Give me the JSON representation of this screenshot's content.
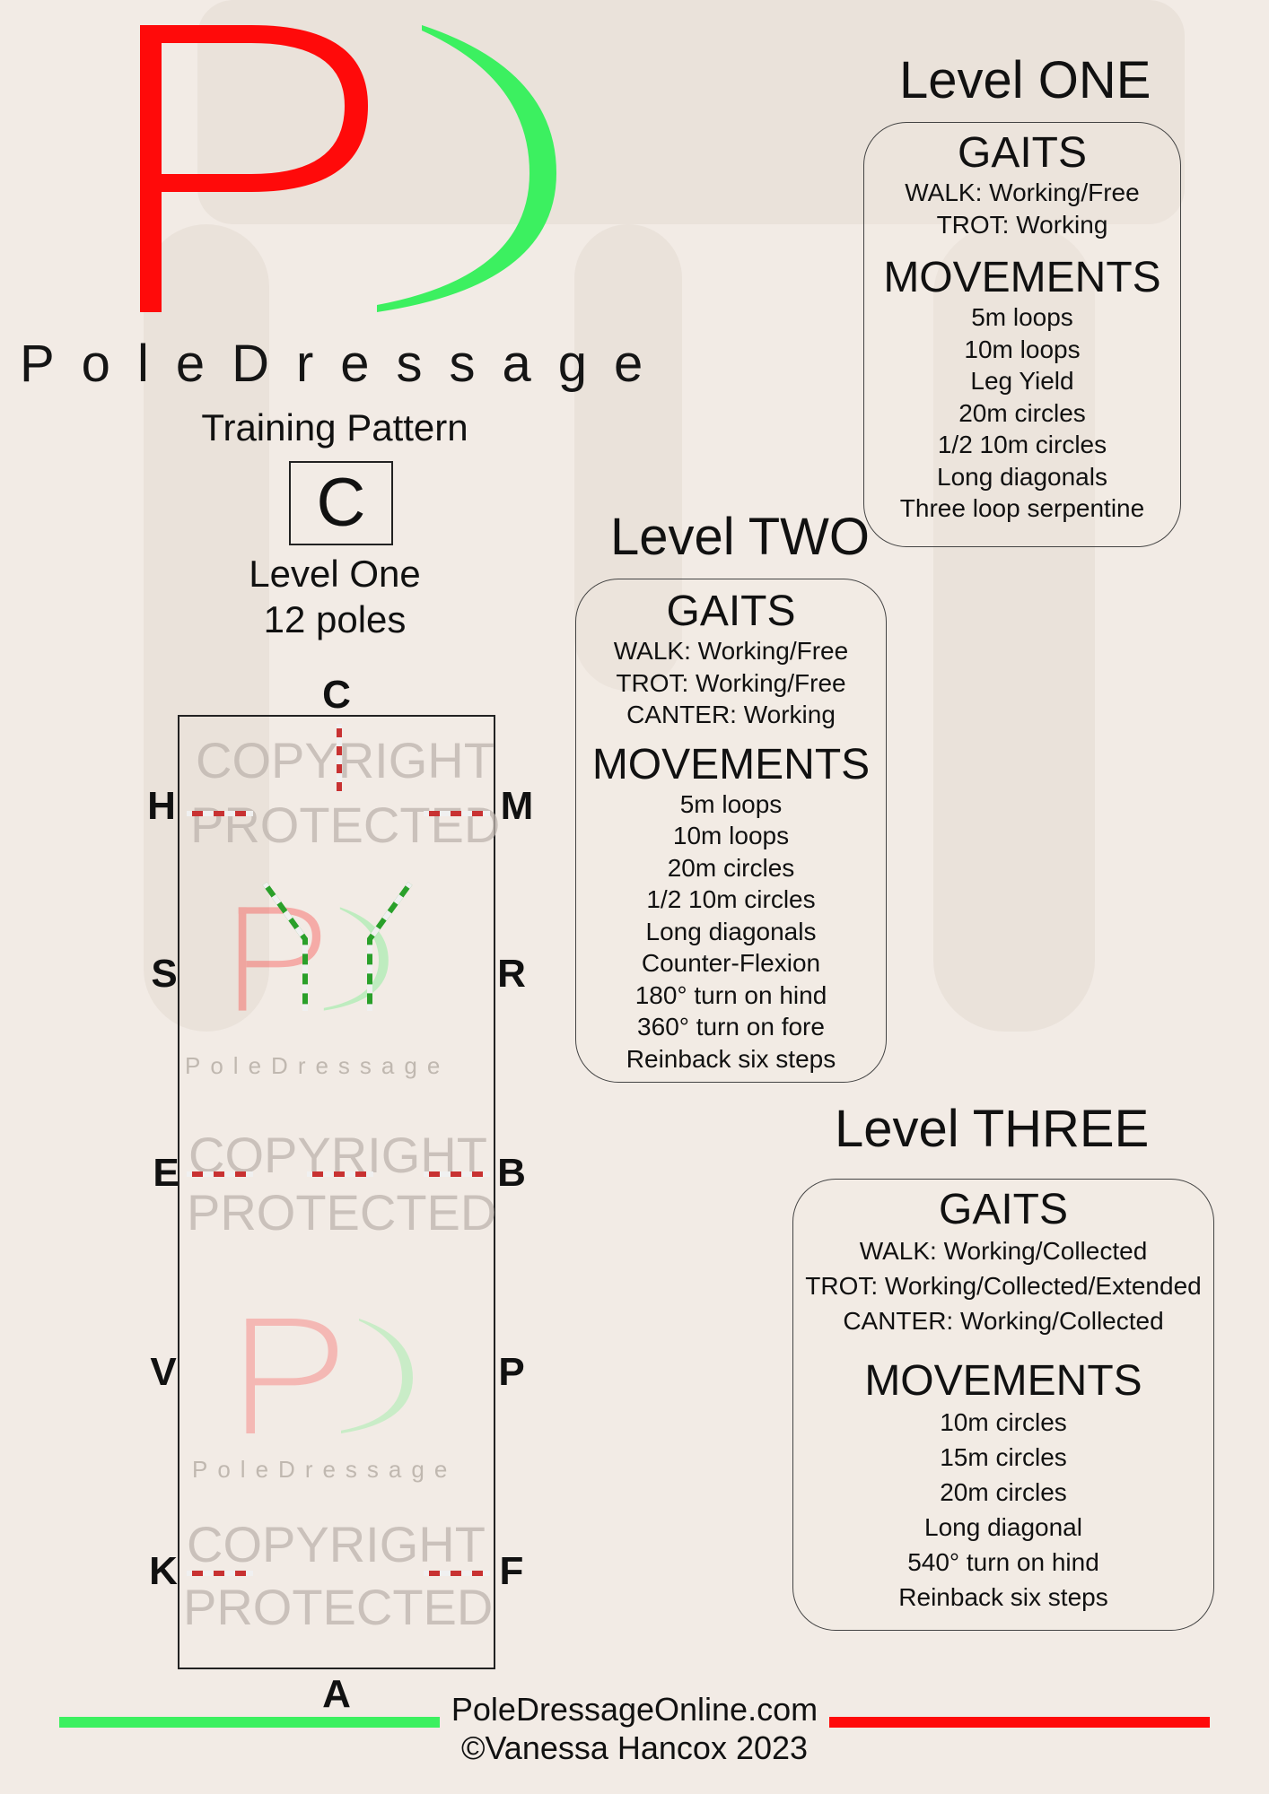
{
  "brand": {
    "name": "PoleDressage",
    "logo_letters": "PD",
    "colors": {
      "red": "#ff0a0a",
      "green": "#3cf060",
      "pole_red": "#c83232",
      "pole_green": "#2aa02a"
    }
  },
  "pattern": {
    "title": "Training Pattern",
    "letter": "C",
    "level": "Level One",
    "poles": "12 poles"
  },
  "arena": {
    "letters": {
      "top": "C",
      "bottom": "A",
      "left": [
        "H",
        "S",
        "E",
        "V",
        "K"
      ],
      "right": [
        "M",
        "R",
        "B",
        "P",
        "F"
      ]
    },
    "watermark": {
      "copyright": "COPYRIGHT",
      "protected": "PROTECTED",
      "brand": "PoleDressage"
    }
  },
  "levels": [
    {
      "title": "Level ONE",
      "gaits_heading": "GAITS",
      "gaits": [
        "WALK: Working/Free",
        "TROT: Working"
      ],
      "movements_heading": "MOVEMENTS",
      "movements": [
        "5m loops",
        "10m loops",
        "Leg Yield",
        "20m circles",
        "1/2 10m circles",
        "Long diagonals",
        "Three loop serpentine"
      ]
    },
    {
      "title": "Level TWO",
      "gaits_heading": "GAITS",
      "gaits": [
        "WALK: Working/Free",
        "TROT: Working/Free",
        "CANTER: Working"
      ],
      "movements_heading": "MOVEMENTS",
      "movements": [
        "5m loops",
        "10m loops",
        "20m circles",
        "1/2 10m circles",
        "Long diagonals",
        "Counter-Flexion",
        "180° turn on hind",
        "360° turn on fore",
        "Reinback six steps"
      ]
    },
    {
      "title": "Level THREE",
      "gaits_heading": "GAITS",
      "gaits": [
        "WALK: Working/Collected",
        "TROT: Working/Collected/Extended",
        "CANTER: Working/Collected"
      ],
      "movements_heading": "MOVEMENTS",
      "movements": [
        "10m circles",
        "15m circles",
        "20m circles",
        "Long diagonal",
        "540° turn on hind",
        "Reinback six steps"
      ]
    }
  ],
  "footer": {
    "website": "PoleDressageOnline.com",
    "copyright": "©Vanessa Hancox 2023"
  }
}
